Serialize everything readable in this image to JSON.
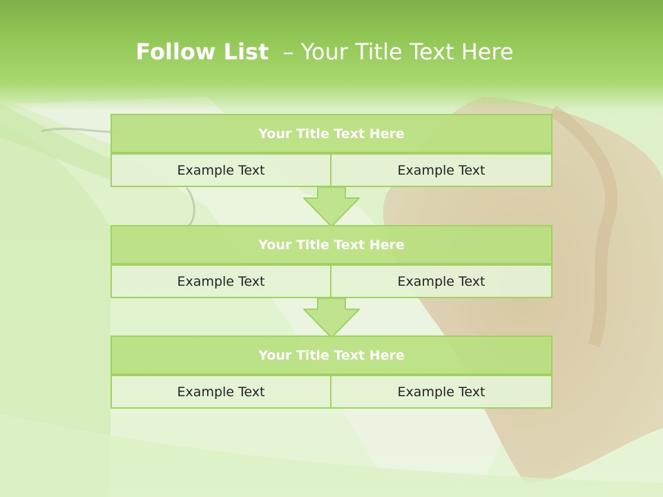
{
  "slide": {
    "title_bold": "Follow List",
    "title_separator": "–",
    "title_rest": "Your Title Text Here"
  },
  "steps": [
    {
      "title": "Your Title Text Here",
      "cells": [
        "Example Text",
        "Example Text"
      ]
    },
    {
      "title": "Your Title Text Here",
      "cells": [
        "Example Text",
        "Example Text"
      ]
    },
    {
      "title": "Your Title Text Here",
      "cells": [
        "Example Text",
        "Example Text"
      ]
    }
  ],
  "colors": {
    "header_green": "#92c756",
    "box_title_fill": "#b8e080",
    "box_border": "#9fd260",
    "cell_fill": "#e4f2d4",
    "arrow_fill": "#bfe38e"
  },
  "icons": {
    "connector": "down-arrow-icon"
  }
}
